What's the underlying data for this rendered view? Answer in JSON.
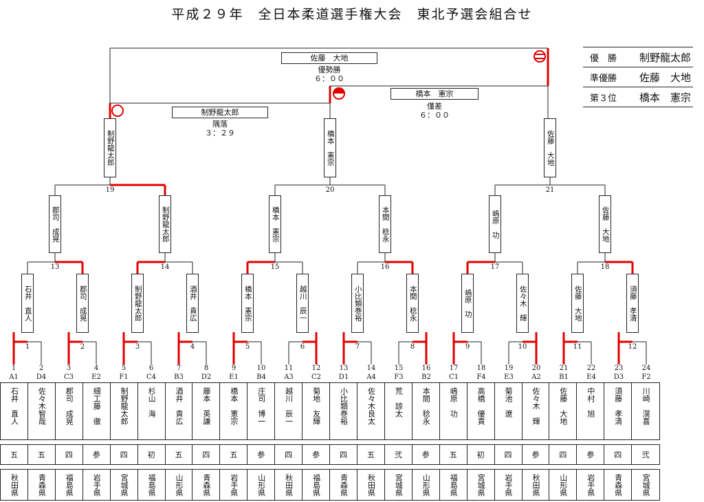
{
  "title": "平成２９年　全日本柔道選手権大会　東北予選会組合せ",
  "results": [
    {
      "rank": "優　勝",
      "name": "制野龍太郎"
    },
    {
      "rank": "準優勝",
      "name": "佐藤　大地"
    },
    {
      "rank": "第３位",
      "name": "橋本　憲宗"
    }
  ],
  "players": [
    {
      "no": "1",
      "seed": "A1",
      "name": "石井　直人",
      "grade": "五",
      "pref": "秋田県"
    },
    {
      "no": "2",
      "seed": "D4",
      "name": "佐々木智哉",
      "grade": "五",
      "pref": "青森県"
    },
    {
      "no": "3",
      "seed": "C3",
      "name": "郡司　成晃",
      "grade": "四",
      "pref": "福島県"
    },
    {
      "no": "4",
      "seed": "E2",
      "name": "細工藤　徹",
      "grade": "参",
      "pref": "岩手県"
    },
    {
      "no": "5",
      "seed": "F1",
      "name": "制野龍太郎",
      "grade": "四",
      "pref": "宮城県"
    },
    {
      "no": "6",
      "seed": "C4",
      "name": "杉山　海",
      "grade": "初",
      "pref": "福島県"
    },
    {
      "no": "7",
      "seed": "B3",
      "name": "酒井　貴広",
      "grade": "五",
      "pref": "山形県"
    },
    {
      "no": "8",
      "seed": "D2",
      "name": "藤本　英謙",
      "grade": "四",
      "pref": "青森県"
    },
    {
      "no": "9",
      "seed": "E1",
      "name": "橋本　憲宗",
      "grade": "五",
      "pref": "岩手県"
    },
    {
      "no": "10",
      "seed": "B4",
      "name": "庄司　博一",
      "grade": "参",
      "pref": "山形県"
    },
    {
      "no": "11",
      "seed": "A3",
      "name": "越川　辰一",
      "grade": "四",
      "pref": "秋田県"
    },
    {
      "no": "12",
      "seed": "C2",
      "name": "菊地　友輝",
      "grade": "参",
      "pref": "福島県"
    },
    {
      "no": "13",
      "seed": "D1",
      "name": "小比類巻裕",
      "grade": "四",
      "pref": "青森県"
    },
    {
      "no": "14",
      "seed": "A4",
      "name": "佐々木良太",
      "grade": "五",
      "pref": "秋田県"
    },
    {
      "no": "15",
      "seed": "F3",
      "name": "荒　諒太",
      "grade": "弐",
      "pref": "宮城県"
    },
    {
      "no": "16",
      "seed": "B2",
      "name": "本間　稔永",
      "grade": "参",
      "pref": "山形県"
    },
    {
      "no": "17",
      "seed": "C1",
      "name": "嶋原　功",
      "grade": "五",
      "pref": "福島県"
    },
    {
      "no": "18",
      "seed": "F4",
      "name": "高橋　優貴",
      "grade": "初",
      "pref": "宮城県"
    },
    {
      "no": "19",
      "seed": "E3",
      "name": "菊池　遼",
      "grade": "四",
      "pref": "岩手県"
    },
    {
      "no": "20",
      "seed": "A2",
      "name": "佐々木　輝",
      "grade": "参",
      "pref": "秋田県"
    },
    {
      "no": "21",
      "seed": "B1",
      "name": "佐藤　大地",
      "grade": "四",
      "pref": "山形県"
    },
    {
      "no": "22",
      "seed": "E4",
      "name": "中村　旭",
      "grade": "参",
      "pref": "岩手県"
    },
    {
      "no": "23",
      "seed": "D3",
      "name": "須藤　孝清",
      "grade": "四",
      "pref": "青森県"
    },
    {
      "no": "24",
      "seed": "F2",
      "name": "川崎　滉喜",
      "grade": "弐",
      "pref": "宮城県"
    }
  ],
  "bracket": {
    "r1": [
      {
        "no": "1",
        "winner": "石井　直人"
      },
      {
        "no": "2",
        "winner": "郡司　成晃"
      },
      {
        "no": "3",
        "winner": "制野龍太郎"
      },
      {
        "no": "4",
        "winner": "酒井　貴広"
      },
      {
        "no": "5",
        "winner": "橋本　憲宗"
      },
      {
        "no": "6",
        "winner": "越川　辰一"
      },
      {
        "no": "7",
        "winner": "小比類巻裕"
      },
      {
        "no": "8",
        "winner": "本間　稔永"
      },
      {
        "no": "9",
        "winner": "嶋原　功"
      },
      {
        "no": "10",
        "winner": "佐々木　輝"
      },
      {
        "no": "11",
        "winner": "佐藤　大地"
      },
      {
        "no": "12",
        "winner": "須藤　孝清"
      }
    ],
    "r2": [
      {
        "no": "13",
        "winner": "郡司　成晃"
      },
      {
        "no": "14",
        "winner": "制野龍太郎"
      },
      {
        "no": "15",
        "winner": "橋本　憲宗"
      },
      {
        "no": "16",
        "winner": "本間　稔永"
      },
      {
        "no": "17",
        "winner": "嶋原　功"
      },
      {
        "no": "18",
        "winner": "佐藤　大地"
      }
    ],
    "r3": [
      {
        "no": "19",
        "winner": "制野龍太郎"
      },
      {
        "no": "20",
        "winner": "橋本　憲宗"
      },
      {
        "no": "21",
        "winner": "佐藤　大地"
      }
    ],
    "final": {
      "winner": "佐藤　大地",
      "result": "優勢勝",
      "time": "６：００"
    },
    "semi_left": {
      "winner": "制野龍太郎",
      "result": "隅落",
      "time": "３：２９"
    },
    "semi_right": {
      "winner": "橋本　憲宗",
      "result": "僅差",
      "time": "６：００"
    }
  },
  "colors": {
    "win_line": "#e00000",
    "line": "#222222"
  }
}
